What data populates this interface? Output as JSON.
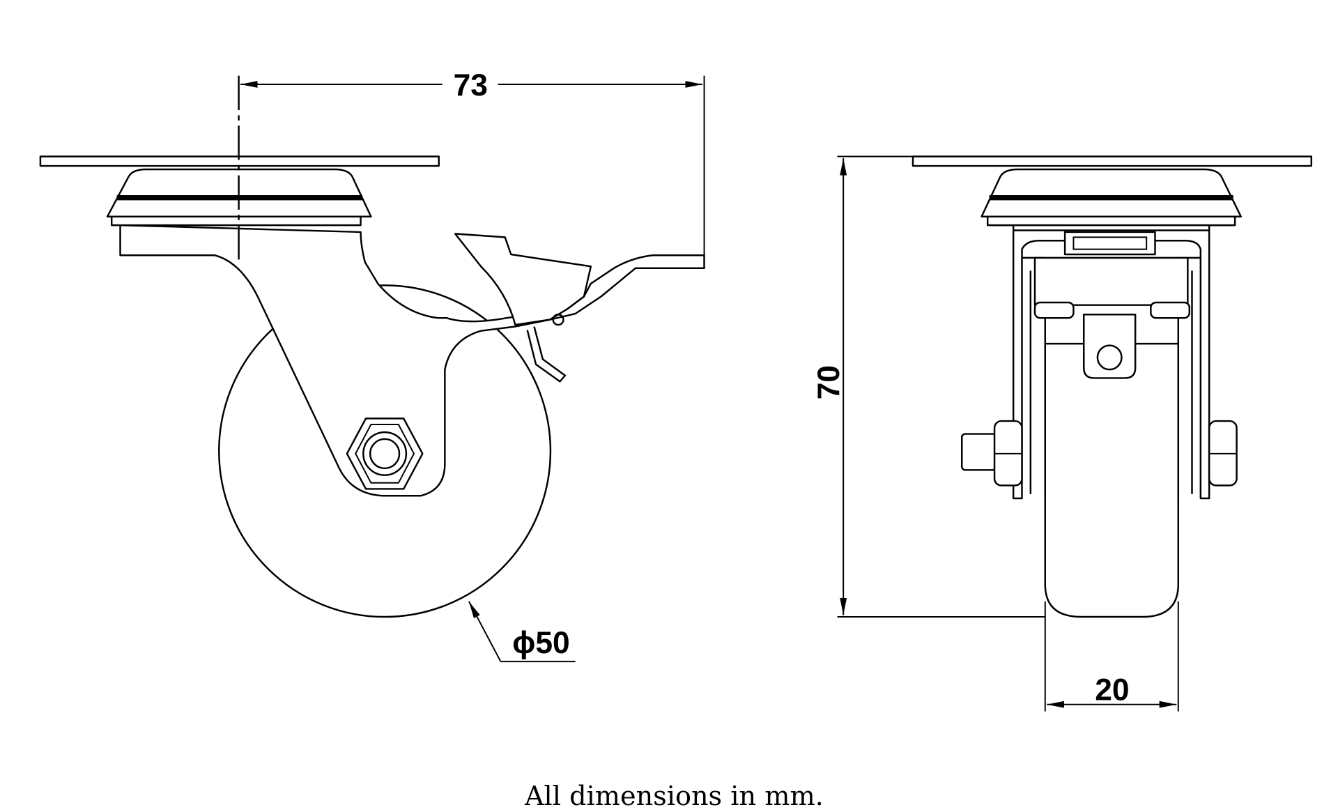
{
  "dimensions": {
    "swivel_offset": "73",
    "overall_height": "70",
    "wheel_width": "20",
    "wheel_diameter": "ϕ50"
  },
  "caption": "All dimensions in mm."
}
